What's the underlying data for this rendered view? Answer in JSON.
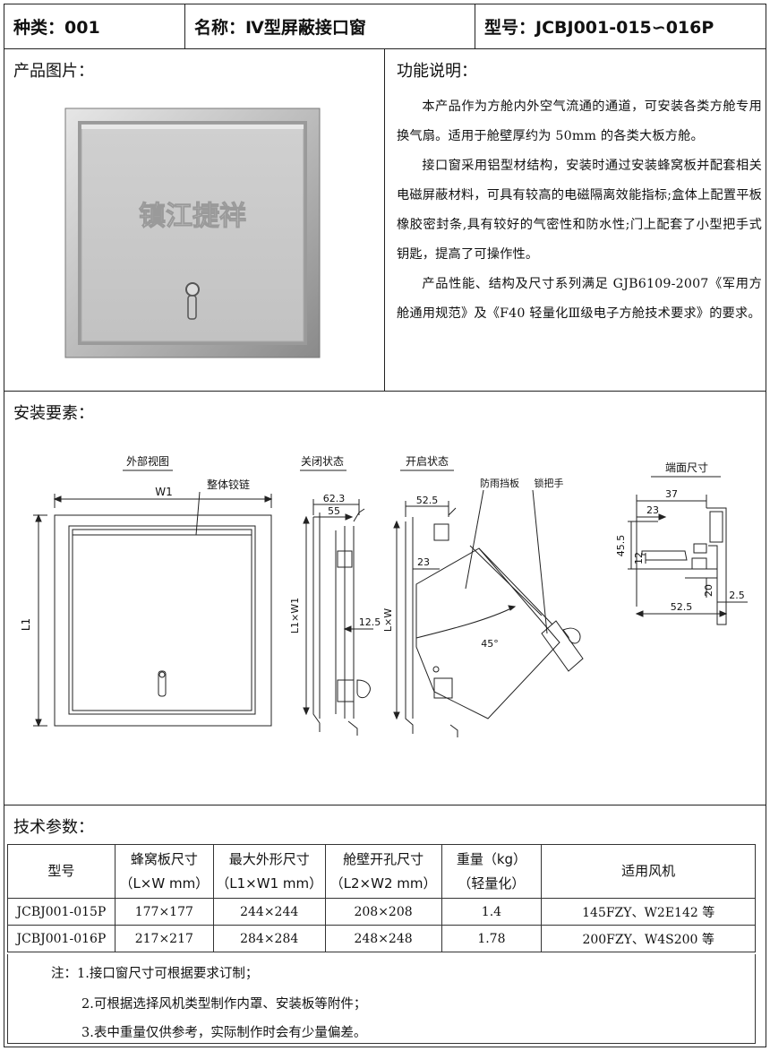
{
  "header": {
    "category": "种类：001",
    "name": "名称：Ⅳ型屏蔽接口窗",
    "model": "型号：JCBJ001-015∽016P"
  },
  "product_image": {
    "title": "产品图片：",
    "watermark": "镇江捷祥"
  },
  "function": {
    "title": "功能说明：",
    "paragraphs": [
      "本产品作为方舱内外空气流通的通道，可安装各类方舱专用换气扇。适用于舱壁厚约为 50mm 的各类大板方舱。",
      "接口窗采用铝型材结构，安装时通过安装蜂窝板并配套相关电磁屏蔽材料，可具有较高的电磁隔离效能指标;盒体上配置平板橡胶密封条,具有较好的气密性和防水性;门上配套了小型把手式钥匙，提高了可操作性。",
      "产品性能、结构及尺寸系列满足 GJB6109-2007《军用方舱通用规范》及《F40 轻量化Ⅲ级电子方舱技术要求》的要求。"
    ]
  },
  "install": {
    "title": "安装要素：",
    "views": {
      "outer": "外部视图",
      "closed": "关闭状态",
      "open": "开启状态",
      "end": "端面尺寸"
    },
    "labels": {
      "hinge": "整体铰链",
      "w1": "W1",
      "l1": "L1",
      "l1w1": "L1×W1",
      "lw": "L×W",
      "rain": "防雨挡板",
      "lock": "锁把手",
      "angle": "45°"
    },
    "dims": {
      "d62_3": "62.3",
      "d55": "55",
      "d12_5": "12.5",
      "d52_5a": "52.5",
      "d23a": "23",
      "d37": "37",
      "d23b": "23",
      "d45_5": "45.5",
      "d12": "12",
      "d20": "20",
      "d2_5": "2.5",
      "d52_5b": "52.5"
    }
  },
  "params": {
    "title": "技术参数：",
    "headers": [
      [
        "型号",
        ""
      ],
      [
        "蜂窝板尺寸",
        "（L×W mm）"
      ],
      [
        "最大外形尺寸",
        "（L1×W1 mm）"
      ],
      [
        "舱壁开孔尺寸",
        "（L2×W2 mm）"
      ],
      [
        "重量（kg）",
        "（轻量化）"
      ],
      [
        "适用风机",
        ""
      ]
    ],
    "rows": [
      [
        "JCBJ001-015P",
        "177×177",
        "244×244",
        "208×208",
        "1.4",
        "145FZY、W2E142 等"
      ],
      [
        "JCBJ001-016P",
        "217×217",
        "284×284",
        "248×248",
        "1.78",
        "200FZY、W4S200 等"
      ]
    ],
    "notes": [
      "注：1.接口窗尺寸可根据要求订制；",
      "2.可根据选择风机类型制作内罩、安装板等附件；",
      "3.表中重量仅供参考，实际制作时会有少量偏差。"
    ]
  }
}
